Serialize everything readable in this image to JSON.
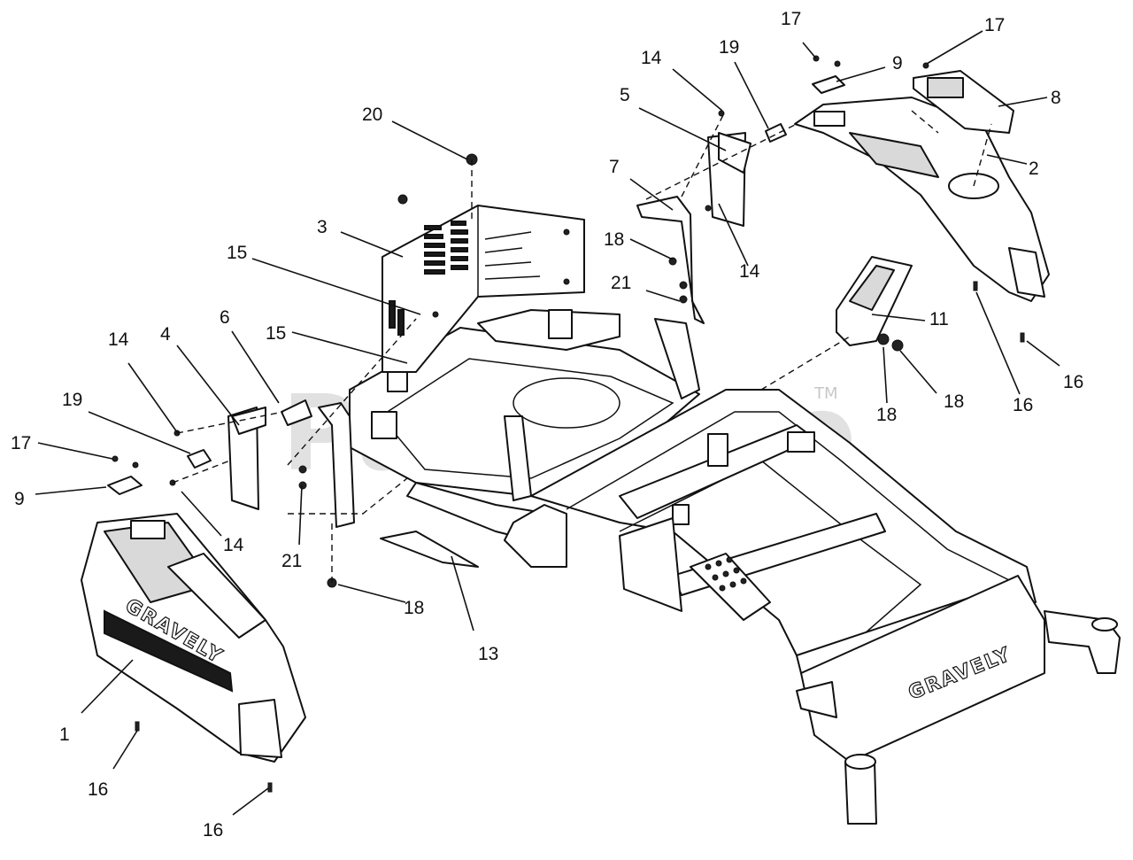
{
  "watermark": {
    "text": "PartsTree",
    "trademark": "TM"
  },
  "brand_marks": [
    "GRAVELY",
    "GRAVELY"
  ],
  "callouts": [
    {
      "id": "c1",
      "label": "1"
    },
    {
      "id": "c2",
      "label": "2"
    },
    {
      "id": "c3",
      "label": "3"
    },
    {
      "id": "c4",
      "label": "4"
    },
    {
      "id": "c5",
      "label": "5"
    },
    {
      "id": "c6",
      "label": "6"
    },
    {
      "id": "c7",
      "label": "7"
    },
    {
      "id": "c8",
      "label": "8"
    },
    {
      "id": "c9a",
      "label": "9"
    },
    {
      "id": "c9b",
      "label": "9"
    },
    {
      "id": "c11",
      "label": "11"
    },
    {
      "id": "c13",
      "label": "13"
    },
    {
      "id": "c14a",
      "label": "14"
    },
    {
      "id": "c14b",
      "label": "14"
    },
    {
      "id": "c14c",
      "label": "14"
    },
    {
      "id": "c14d",
      "label": "14"
    },
    {
      "id": "c15a",
      "label": "15"
    },
    {
      "id": "c15b",
      "label": "15"
    },
    {
      "id": "c16a",
      "label": "16"
    },
    {
      "id": "c16b",
      "label": "16"
    },
    {
      "id": "c16c",
      "label": "16"
    },
    {
      "id": "c16d",
      "label": "16"
    },
    {
      "id": "c17a",
      "label": "17"
    },
    {
      "id": "c17b",
      "label": "17"
    },
    {
      "id": "c17c",
      "label": "17"
    },
    {
      "id": "c18a",
      "label": "18"
    },
    {
      "id": "c18b",
      "label": "18"
    },
    {
      "id": "c18c",
      "label": "18"
    },
    {
      "id": "c18d",
      "label": "18"
    },
    {
      "id": "c19a",
      "label": "19"
    },
    {
      "id": "c19b",
      "label": "19"
    },
    {
      "id": "c20",
      "label": "20"
    },
    {
      "id": "c21a",
      "label": "21"
    },
    {
      "id": "c21b",
      "label": "21"
    }
  ]
}
